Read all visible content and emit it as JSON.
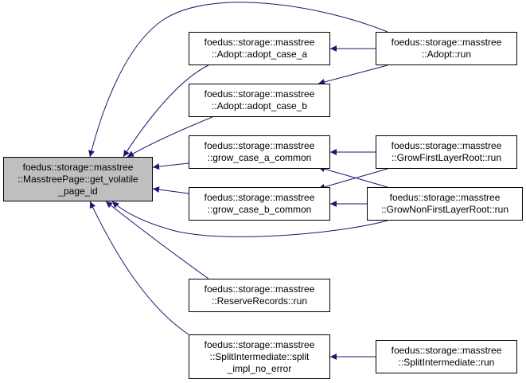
{
  "colors": {
    "edge": "#191970",
    "node_border": "#000000",
    "focus_fill": "#bfbfbf",
    "node_fill": "#ffffff"
  },
  "nodes": {
    "focus": {
      "lines": [
        "foedus::storage::masstree",
        "::MasstreePage::get_volatile",
        "_page_id"
      ]
    },
    "adopt_case_a": {
      "lines": [
        "foedus::storage::masstree",
        "::Adopt::adopt_case_a"
      ]
    },
    "adopt_case_b": {
      "lines": [
        "foedus::storage::masstree",
        "::Adopt::adopt_case_b"
      ]
    },
    "grow_case_a": {
      "lines": [
        "foedus::storage::masstree",
        "::grow_case_a_common"
      ]
    },
    "grow_case_b": {
      "lines": [
        "foedus::storage::masstree",
        "::grow_case_b_common"
      ]
    },
    "reserve_records": {
      "lines": [
        "foedus::storage::masstree",
        "::ReserveRecords::run"
      ]
    },
    "split_impl": {
      "lines": [
        "foedus::storage::masstree",
        "::SplitIntermediate::split",
        "_impl_no_error"
      ]
    },
    "adopt_run": {
      "lines": [
        "foedus::storage::masstree",
        "::Adopt::run"
      ]
    },
    "grow_first": {
      "lines": [
        "foedus::storage::masstree",
        "::GrowFirstLayerRoot::run"
      ]
    },
    "grow_nonfirst": {
      "lines": [
        "foedus::storage::masstree",
        "::GrowNonFirstLayerRoot::run"
      ]
    },
    "split_run": {
      "lines": [
        "foedus::storage::masstree",
        "::SplitIntermediate::run"
      ]
    }
  }
}
